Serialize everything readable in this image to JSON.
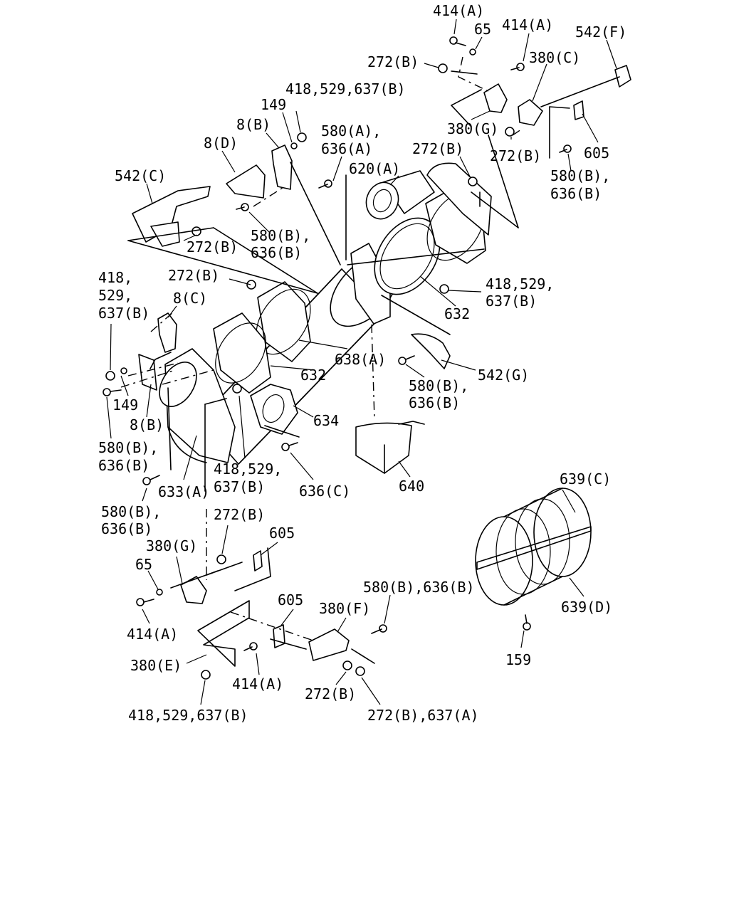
{
  "labels": {
    "l414a_top": "414(A)",
    "l65_top": "65",
    "l414a_top2": "414(A)",
    "l542f": "542(F)",
    "l272b_top": "272(B)",
    "l380c": "380(C)",
    "l418_529_637b_top": "418,529,637(B)",
    "l149_top": "149",
    "l8b_top": "8(B)",
    "l8d": "8(D)",
    "l580a": "580(A),",
    "l636a": "636(A)",
    "l620a": "620(A)",
    "l272b_r1": "272(B)",
    "l380g_top": "380(G)",
    "l272b_r2": "272(B)",
    "l605_top": "605",
    "l580b_r": "580(B),",
    "l636b_r": "636(B)",
    "l542c": "542(C)",
    "l272b_542c": "272(B)",
    "l580b_mid": "580(B),",
    "l636b_mid": "636(B)",
    "l418_r": "418,529,",
    "l637b_r": "637(B)",
    "l632_r": "632",
    "l418_left": "418,",
    "l529_left": "529,",
    "l637b_left": "637(B)",
    "l272b_left": "272(B)",
    "l8c": "8(C)",
    "l638a": "638(A)",
    "l542g": "542(G)",
    "l580b_542g": "580(B),",
    "l636b_542g": "636(B)",
    "l632_mid": "632",
    "l149_left": "149",
    "l8b_left": "8(B)",
    "l634": "634",
    "l580b_left": "580(B),",
    "l636b_left": "636(B)",
    "l418_529_bot": "418,529,",
    "l637b_bot": "637(B)",
    "l636c": "636(C)",
    "l640": "640",
    "l633a": "633(A)",
    "l580b_left2": "580(B),",
    "l636b_left2": "636(B)",
    "l639c": "639(C)",
    "l272b_low": "272(B)",
    "l605_low": "605",
    "l380g_low": "380(G)",
    "l65_low": "65",
    "l580b_636b_low": "580(B),636(B)",
    "l605_low2": "605",
    "l380f": "380(F)",
    "l639d": "639(D)",
    "l414a_low": "414(A)",
    "l380e": "380(E)",
    "l414a_low2": "414(A)",
    "l159": "159",
    "l272b_low2": "272(B)",
    "l418_529_637b_bot": "418,529,637(B)",
    "l272b_637a": "272(B),637(A)"
  }
}
